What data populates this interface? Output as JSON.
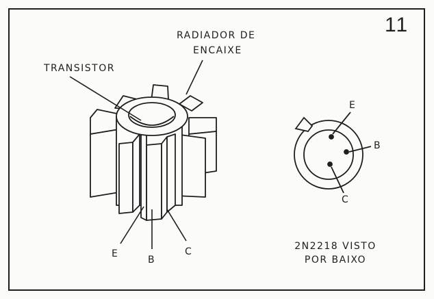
{
  "figure": {
    "number": "11",
    "labels": {
      "heatsink_line1": "RADIADOR DE",
      "heatsink_line2": "ENCAIXE",
      "transistor": "TRANSISTOR",
      "pin_e": "E",
      "pin_b": "B",
      "pin_c": "C"
    },
    "bottom_view": {
      "pin_e": "E",
      "pin_b": "B",
      "pin_c": "C",
      "caption_line1": "2N2218 VISTO",
      "caption_line2": "POR BAIXO"
    }
  },
  "colors": {
    "ink": "#1e1e1e",
    "paper": "#fbfbf9"
  }
}
